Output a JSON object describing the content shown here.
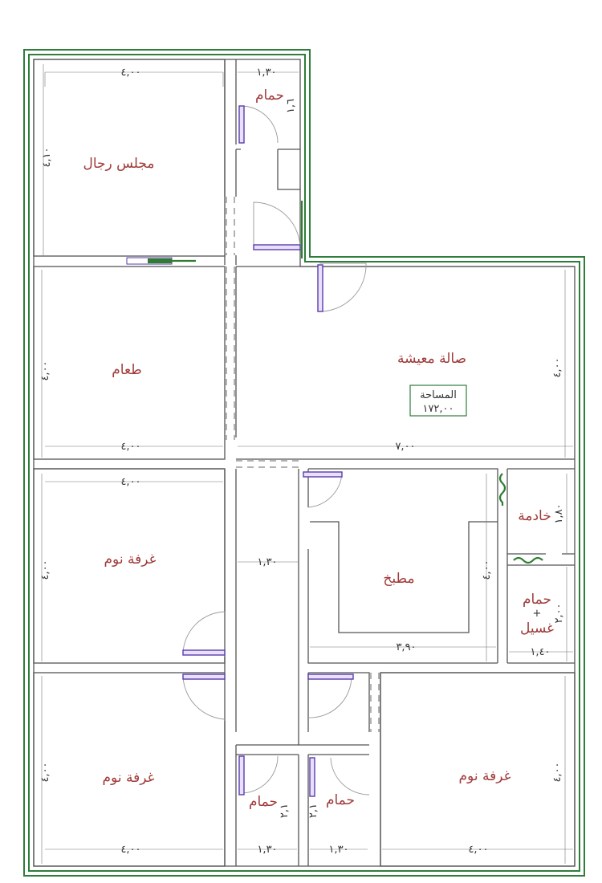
{
  "rooms": {
    "majlis": "مجلس رجال",
    "bath_top": "حمام",
    "dining": "طعام",
    "living": "صالة معيشة",
    "bedroom1": "غرفة نوم",
    "kitchen": "مطبخ",
    "maid": "خادمة",
    "bath_laundry_1": "حمام",
    "bath_laundry_plus": "+",
    "bath_laundry_2": "غسيل",
    "bedroom2": "غرفة نوم",
    "bedroom3": "غرفة نوم",
    "bath_b1": "حمام",
    "bath_b2": "حمام"
  },
  "area": {
    "label": "المساحة",
    "value": "١٧٢,٠٠"
  },
  "dims": {
    "majlis_w": "٤,٠٠",
    "majlis_h": "٤,١٠",
    "bath_top_w": "١,٣٠",
    "bath_top_h": "١,٦",
    "dining_w": "٤,٠٠",
    "dining_h": "٤,٠٠",
    "living_w": "٧,٠٠",
    "living_h": "٤,٠٠",
    "bed1_w": "٤,٠٠",
    "bed1_h": "٤,٠٠",
    "corridor_w": "١,٣٠",
    "kitchen_w": "٣,٩٠",
    "kitchen_h": "٤,٠٠",
    "maid_h": "١,٨٠",
    "bath_laundry_w": "١,٤٠",
    "bath_laundry_h": "٢,٠٠",
    "bed2_w": "٤,٠٠",
    "bed2_h": "٤,٠٠",
    "bath_b1_w": "١,٣٠",
    "bath_b1_h": "٢,١",
    "bath_b2_w": "١,٣٠",
    "bath_b2_h": "٢,١",
    "bed3_w": "٤,٠٠",
    "bed3_h": "٤,٠٠"
  }
}
